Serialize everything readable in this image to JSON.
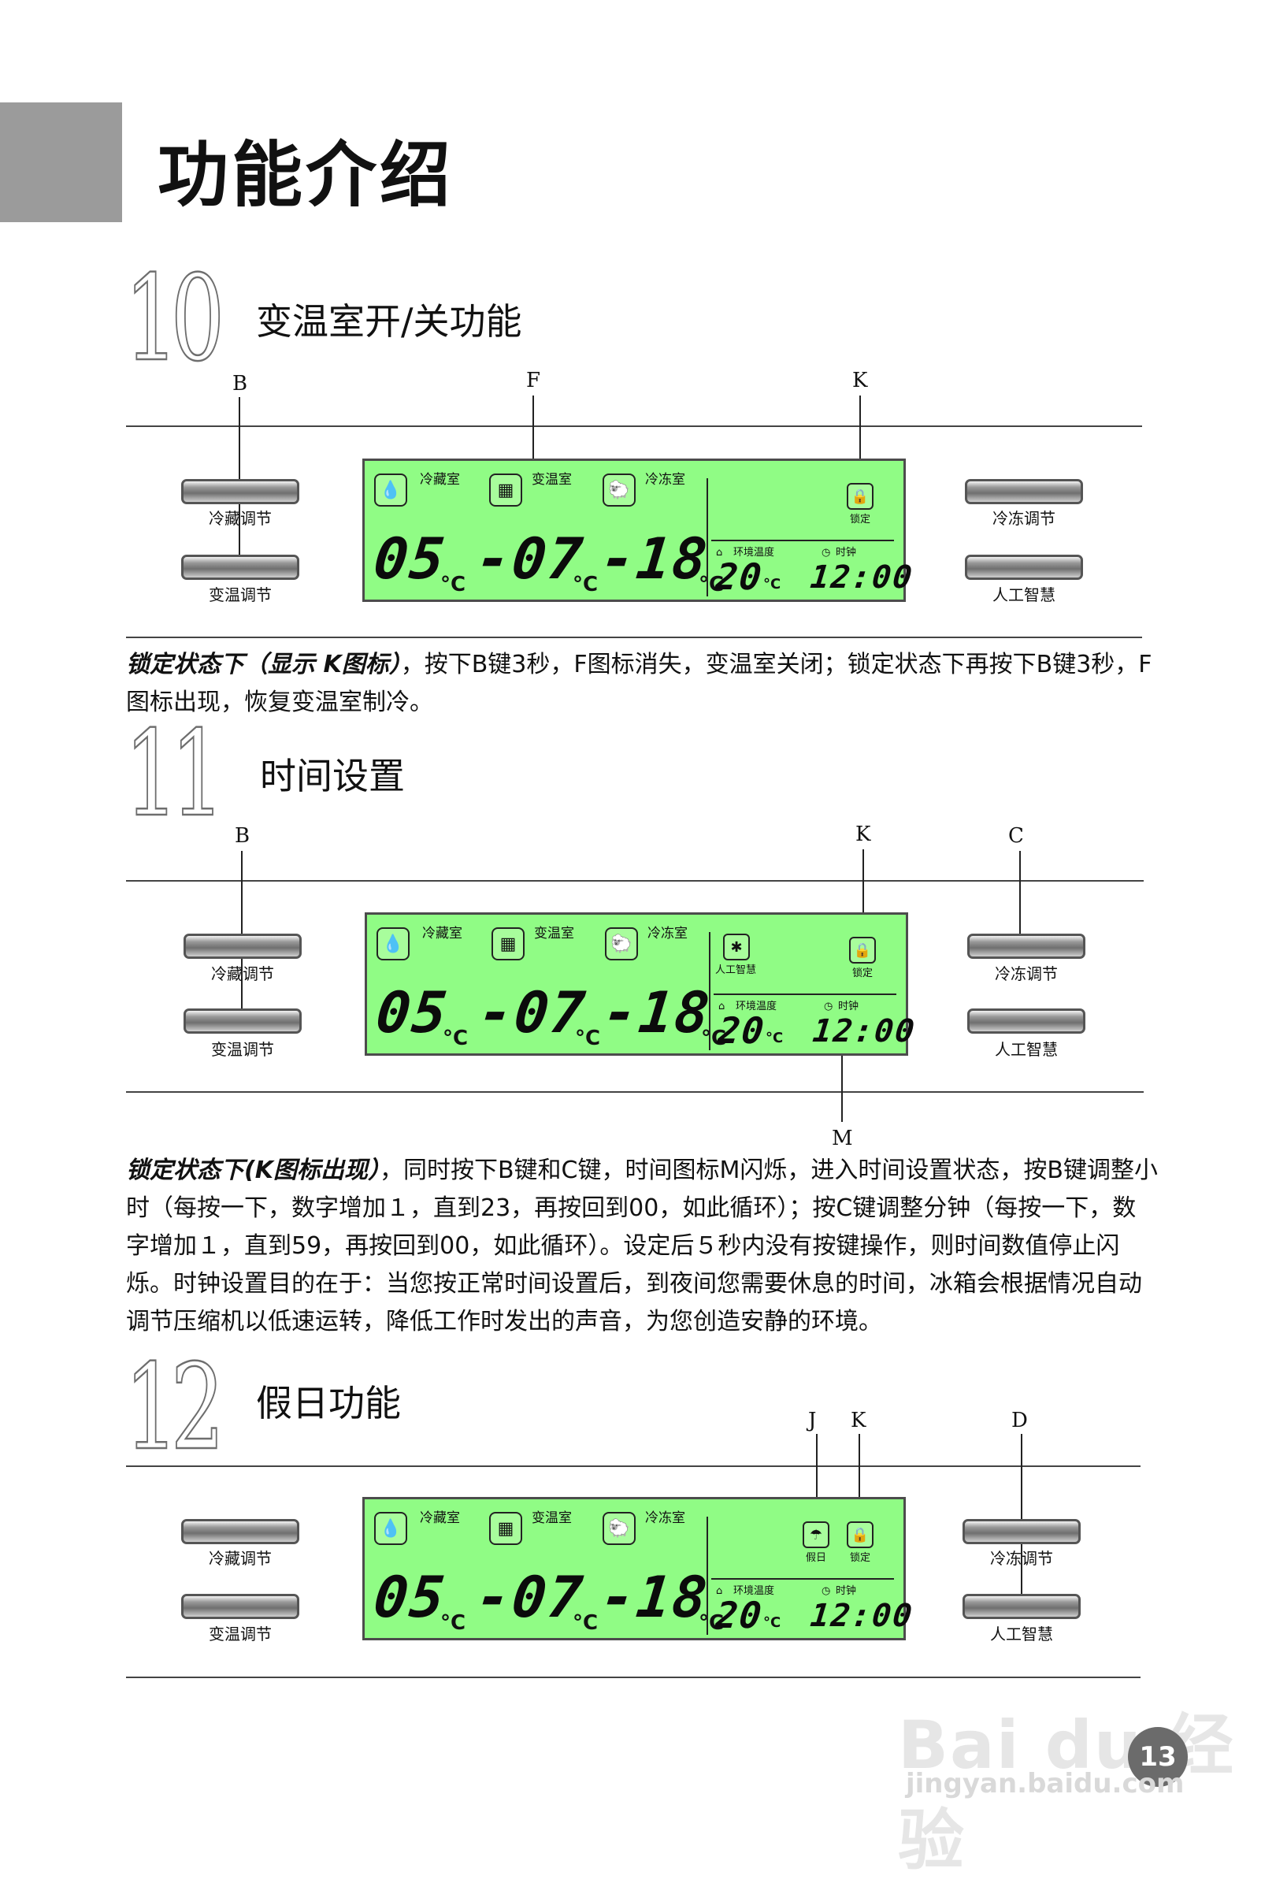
{
  "page": {
    "title": "功能介绍",
    "page_number": "13",
    "watermark_main": "Bai du 经验",
    "watermark_url": "jingyan.baidu.com"
  },
  "buttons": {
    "fridge_adjust": "冷藏调节",
    "variable_adjust": "变温调节",
    "freezer_adjust": "冷冻调节",
    "ai": "人工智慧"
  },
  "lcd": {
    "fridge": "冷藏室",
    "variable": "变温室",
    "freezer": "冷冻室",
    "lock": "锁定",
    "ai": "人工智慧",
    "holiday": "假日",
    "ambient": "环境温度",
    "clock": "时钟",
    "temp1": "05",
    "temp2": "-07",
    "temp3": "-18",
    "unit": "°C",
    "ambient_temp": "20",
    "time": "12:00"
  },
  "icons": {
    "fridge": "water-drops-icon",
    "variable": "variable-room-icon",
    "freezer": "freezer-animal-icon",
    "lock": "lock-icon",
    "ai": "ai-icon",
    "holiday": "holiday-umbrella-icon",
    "ambient": "house-icon",
    "clock": "clock-icon"
  },
  "sections": [
    {
      "number": "10",
      "title": "变温室开/关功能",
      "callouts": [
        "B",
        "F",
        "K"
      ],
      "para_bold": "锁定状态下（显示 K图标）",
      "para_text": "，按下B键3秒，F图标消失，变温室关闭；锁定状态下再按下B键3秒，F图标出现，恢复变温室制冷。"
    },
    {
      "number": "11",
      "title": "时间设置",
      "callouts": [
        "B",
        "K",
        "C",
        "M"
      ],
      "para_bold": "锁定状态下(K图标出现）",
      "para_text": "，同时按下B键和C键，时间图标M闪烁，进入时间设置状态，按B键调整小时（每按一下，数字增加１，直到23，再按回到00，如此循环）；按C键调整分钟（每按一下，数字增加１，直到59，再按回到00，如此循环）。设定后５秒内没有按键操作，则时间数值停止闪烁。时钟设置目的在于：当您按正常时间设置后，到夜间您需要休息的时间，冰箱会根据情况自动调节压缩机以低速运转，降低工作时发出的声音，为您创造安静的环境。"
    },
    {
      "number": "12",
      "title": "假日功能",
      "callouts": [
        "J",
        "K",
        "D"
      ]
    }
  ]
}
